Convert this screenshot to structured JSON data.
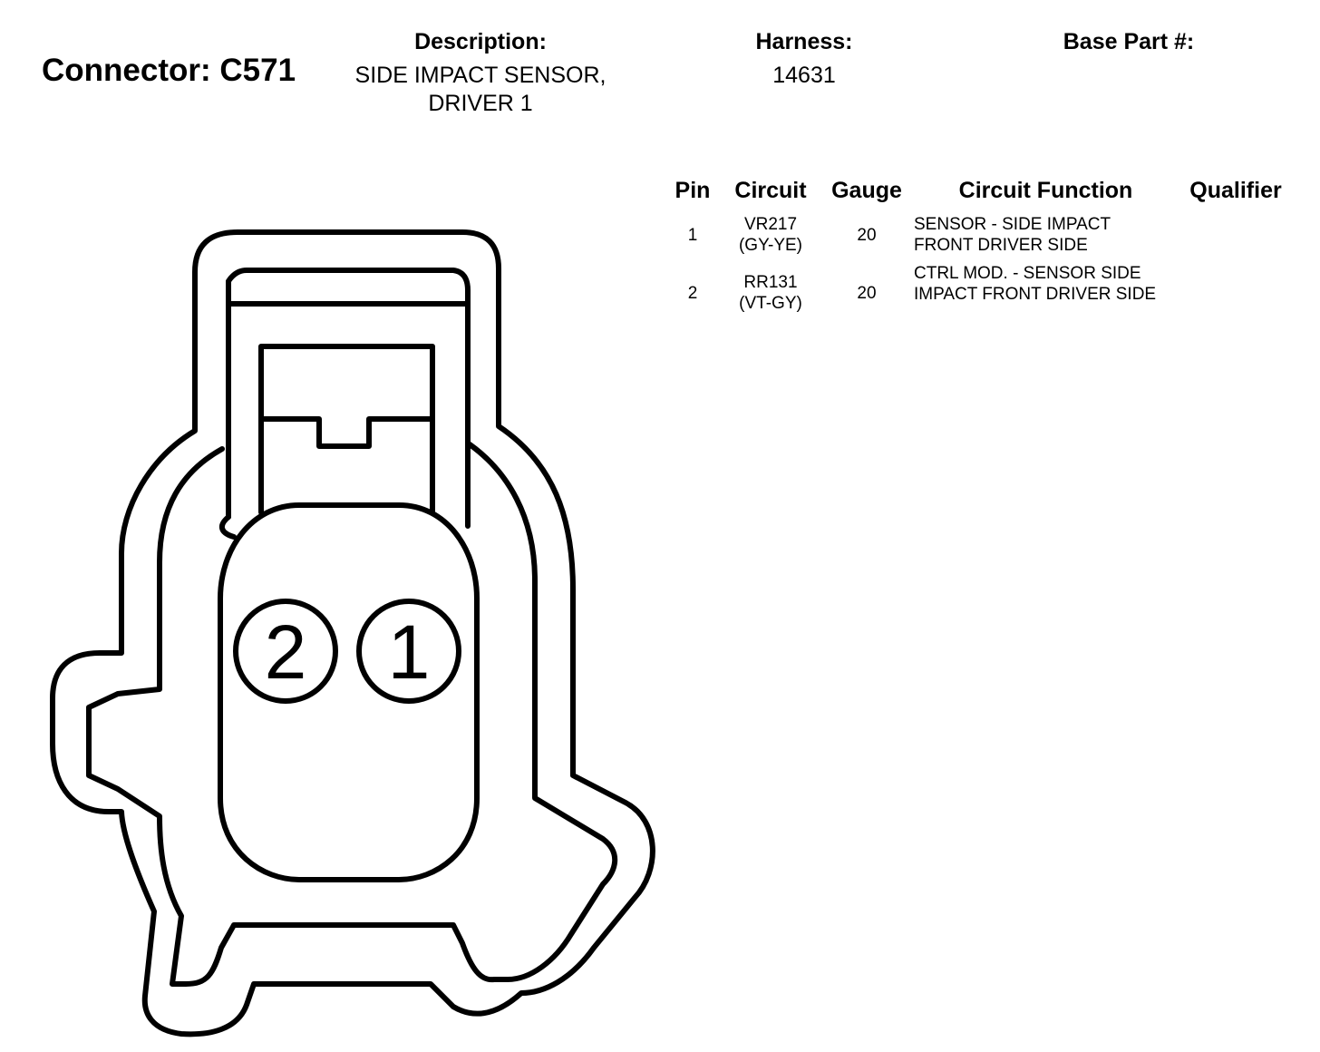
{
  "header": {
    "connector_title": "Connector: C571",
    "description_label": "Description:",
    "description_value_line1": "SIDE IMPACT SENSOR,",
    "description_value_line2": "DRIVER 1",
    "harness_label": "Harness:",
    "harness_value": "14631",
    "base_part_label": "Base Part #:"
  },
  "pin_table": {
    "columns": {
      "pin": "Pin",
      "circuit": "Circuit",
      "gauge": "Gauge",
      "function": "Circuit Function",
      "qualifier": "Qualifier"
    },
    "rows": [
      {
        "pin": "1",
        "circuit": "VR217",
        "color": "(GY-YE)",
        "gauge": "20",
        "function": "SENSOR - SIDE IMPACT FRONT DRIVER SIDE"
      },
      {
        "pin": "2",
        "circuit": "RR131",
        "color": "(VT-GY)",
        "gauge": "20",
        "function": "CTRL MOD. - SENSOR SIDE IMPACT FRONT DRIVER SIDE"
      }
    ]
  },
  "diagram": {
    "pin_left_label": "2",
    "pin_right_label": "1"
  }
}
